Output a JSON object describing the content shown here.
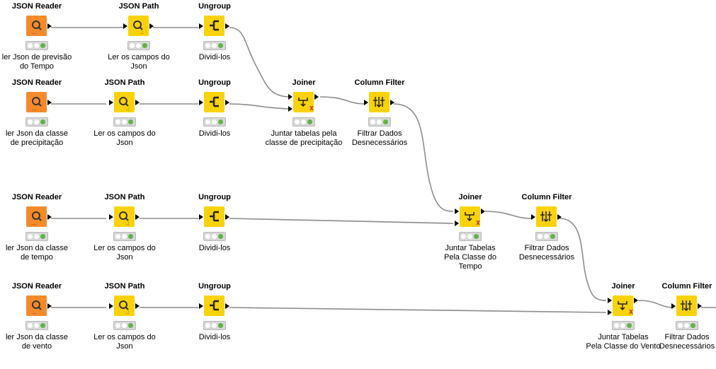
{
  "nodes": [
    {
      "id": "n1",
      "title": "JSON Reader",
      "label": "ler Json de previsão\ndo Tempo",
      "type": "reader"
    },
    {
      "id": "n2",
      "title": "JSON Path",
      "label": "Ler os campos do\nJson",
      "type": "path"
    },
    {
      "id": "n3",
      "title": "Ungroup",
      "label": "Dividi-los",
      "type": "ungroup"
    },
    {
      "id": "n4",
      "title": "JSON Reader",
      "label": "ler Json da classe\nde precipitação",
      "type": "reader"
    },
    {
      "id": "n5",
      "title": "JSON Path",
      "label": "Ler os campos do\nJson",
      "type": "path"
    },
    {
      "id": "n6",
      "title": "Ungroup",
      "label": "Dividi-los",
      "type": "ungroup"
    },
    {
      "id": "n7",
      "title": "Joiner",
      "label": "Juntar tabelas pela\nclasse de precipitação",
      "type": "joiner"
    },
    {
      "id": "n8",
      "title": "Column Filter",
      "label": "Filtrar Dados\nDesnecessários",
      "type": "filter"
    },
    {
      "id": "n9",
      "title": "JSON Reader",
      "label": "ler Json da classe\nde tempo",
      "type": "reader"
    },
    {
      "id": "n10",
      "title": "JSON Path",
      "label": "Ler os campos do\nJson",
      "type": "path"
    },
    {
      "id": "n11",
      "title": "Ungroup",
      "label": "Dividi-los",
      "type": "ungroup"
    },
    {
      "id": "n12",
      "title": "Joiner",
      "label": "Juntar Tabelas\nPela Classe do\nTempo",
      "type": "joiner"
    },
    {
      "id": "n13",
      "title": "Column Filter",
      "label": "Filtrar Dados\nDesnecessários",
      "type": "filter"
    },
    {
      "id": "n14",
      "title": "JSON Reader",
      "label": "ler Json da classe\nde vento",
      "type": "reader"
    },
    {
      "id": "n15",
      "title": "JSON Path",
      "label": "Ler os campos do\nJson",
      "type": "path"
    },
    {
      "id": "n16",
      "title": "Ungroup",
      "label": "Dividi-los",
      "type": "ungroup"
    },
    {
      "id": "n17",
      "title": "Joiner",
      "label": "Juntar Tabelas\nPela Classe do Vento",
      "type": "joiner"
    },
    {
      "id": "n18",
      "title": "Column Filter",
      "label": "Filtrar Dados\nDesnecessários",
      "type": "filter"
    }
  ],
  "colors": {
    "reader": "#f58a2b",
    "manipulator": "#f9d20a",
    "wire": "#8c8c8c",
    "status_ok": "#5fb346"
  }
}
